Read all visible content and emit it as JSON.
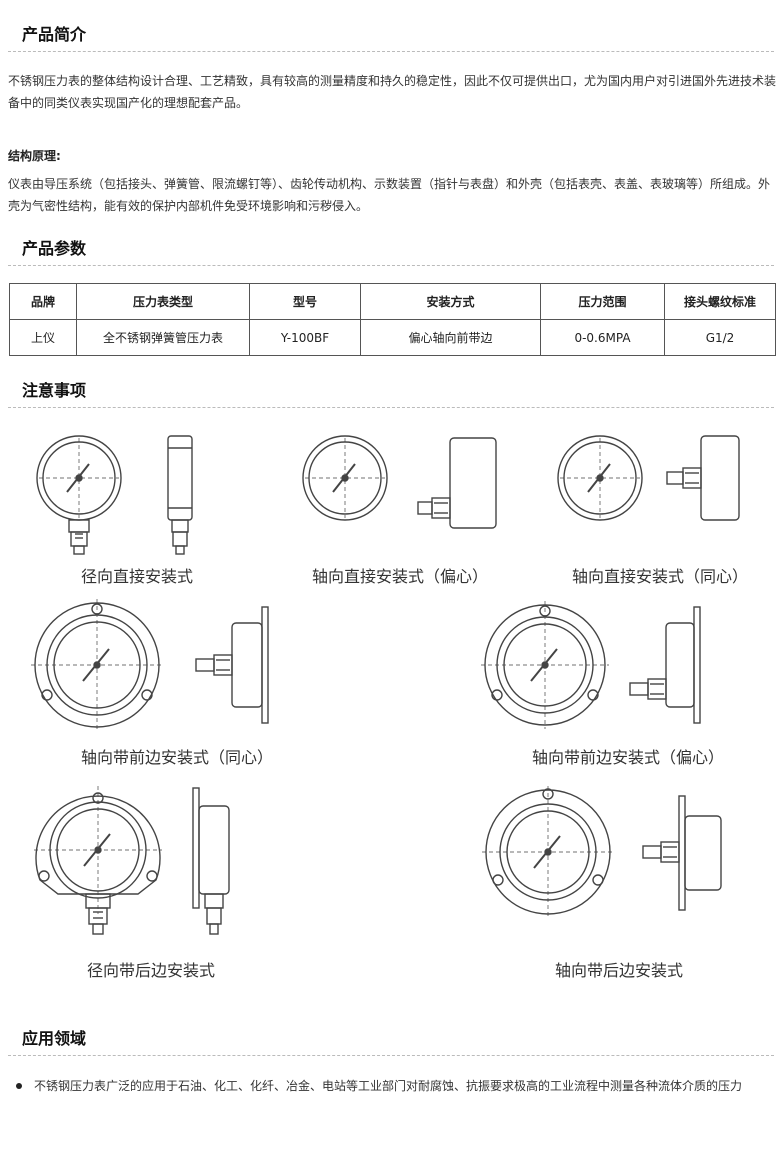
{
  "intro": {
    "title": "产品简介",
    "text": "不锈钢压力表的整体结构设计合理、工艺精致，具有较高的测量精度和持久的稳定性，因此不仅可提供出口，尤为国内用户对引进国外先进技术装备中的同类仪表实现国产化的理想配套产品。"
  },
  "principle": {
    "title": "结构原理:",
    "text": "仪表由导压系统（包括接头、弹簧管、限流螺钉等）、齿轮传动机构、示数装置（指针与表盘）和外壳（包括表壳、表盖、表玻璃等）所组成。外壳为气密性结构，能有效的保护内部机件免受环境影响和污秽侵入。"
  },
  "params": {
    "title": "产品参数",
    "headers": [
      "品牌",
      "压力表类型",
      "型号",
      "安装方式",
      "压力范围",
      "接头螺纹标准"
    ],
    "row": [
      "上仪",
      "全不锈钢弹簧管压力表",
      "Y-100BF",
      "偏心轴向前带边",
      "0-0.6MPA",
      "G1/2"
    ]
  },
  "notes": {
    "title": "注意事项",
    "captions": [
      "径向直接安装式",
      "轴向直接安装式（偏心）",
      "轴向直接安装式（同心）",
      "轴向带前边安装式（同心）",
      "轴向带前边安装式（偏心）",
      "径向带后边安装式",
      "轴向带后边安装式"
    ]
  },
  "application": {
    "title": "应用领域",
    "items": [
      "不锈钢压力表广泛的应用于石油、化工、化纤、冶金、电站等工业部门对耐腐蚀、抗振要求极高的工业流程中测量各种流体介质的压力"
    ]
  }
}
